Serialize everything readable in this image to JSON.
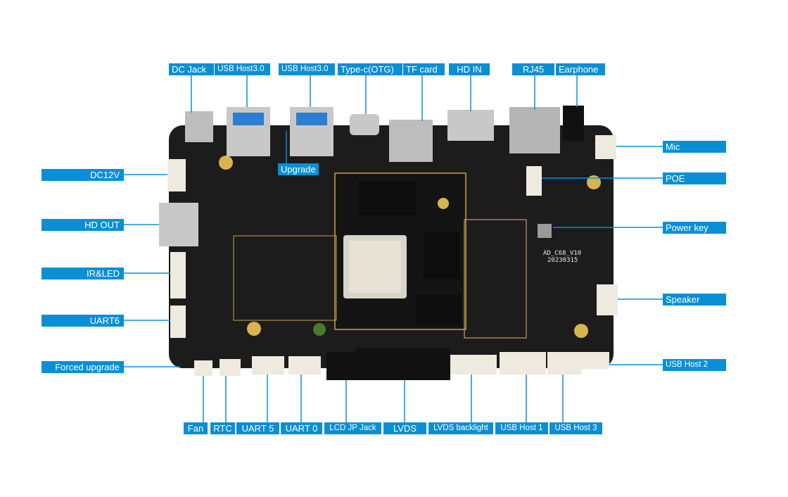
{
  "labels": {
    "dc_jack": "DC Jack",
    "usb_host30_a": "USB Host3.0",
    "usb_host30_b": "USB Host3.0",
    "type_c": "Type-c(OTG)",
    "tf_card": "TF card",
    "hd_in": "HD IN",
    "rj45": "RJ45",
    "earphone": "Earphone",
    "upgrade": "Upgrade",
    "mic": "Mic",
    "poe": "POE",
    "power_key": "Power key",
    "speaker": "Speaker",
    "usb_host2": "USB Host 2",
    "dc12v": "DC12V",
    "hd_out": "HD OUT",
    "ir_led": "IR&LED",
    "uart6": "UART6",
    "forced_upgrade": "Forced upgrade",
    "fan": "Fan",
    "rtc": "RTC",
    "uart5": "UART 5",
    "uart0": "UART 0",
    "lcd_jp_jack": "LCD JP Jack",
    "lvds": "LVDS",
    "lvds_backlight": "LVDS backlight",
    "usb_host1": "USB Host 1",
    "usb_host3": "USB Host 3"
  },
  "board_silkscreen": {
    "model": "AD_C68_V10",
    "date": "20230315"
  },
  "colors": {
    "label_bg": "#0a8fd6",
    "board": "#1c1c1c",
    "connector": "#efeadf",
    "leader": "#0a8fd6"
  }
}
